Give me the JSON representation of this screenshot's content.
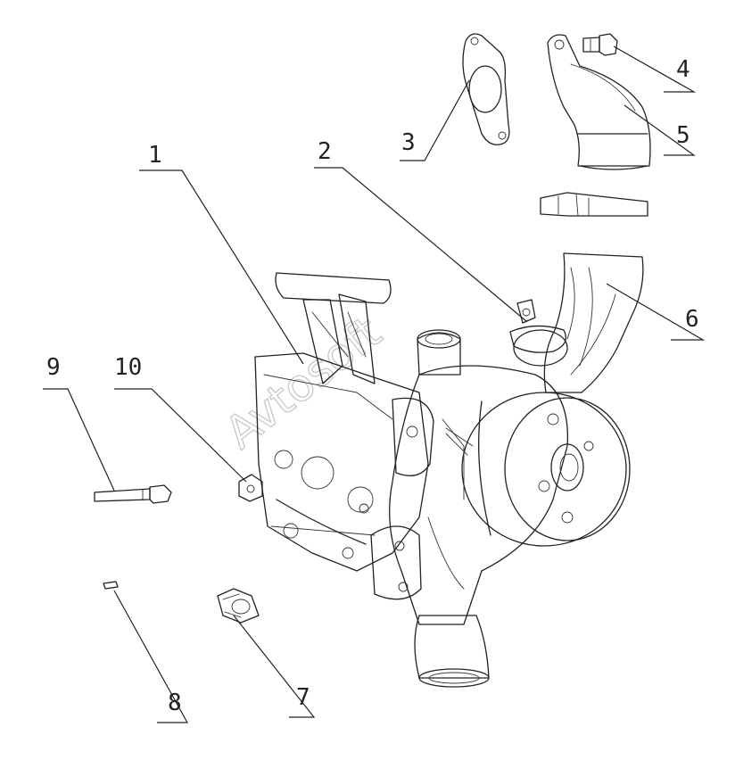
{
  "callouts": [
    {
      "id": "1",
      "text": "1"
    },
    {
      "id": "2",
      "text": "2"
    },
    {
      "id": "3",
      "text": "3"
    },
    {
      "id": "4",
      "text": "4"
    },
    {
      "id": "5",
      "text": "5"
    },
    {
      "id": "6",
      "text": "6"
    },
    {
      "id": "7",
      "text": "7"
    },
    {
      "id": "8",
      "text": "8"
    },
    {
      "id": "9",
      "text": "9"
    },
    {
      "id": "10",
      "text": "10"
    }
  ],
  "watermark": "Avtosoft",
  "colors": {
    "line": "#222222",
    "background": "#ffffff",
    "watermark": "#c8c8c8"
  }
}
